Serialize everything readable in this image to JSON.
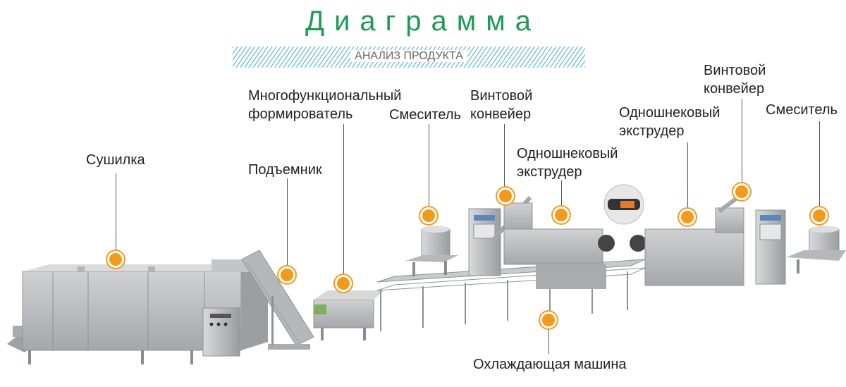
{
  "title": "Диаграмма",
  "subtitle": "АНАЛИЗ ПРОДУКТА",
  "labels": {
    "dryer": "Сушилка",
    "lift": "Подъемник",
    "former_1": "Многофункциональный",
    "former_2": "формирователь",
    "mixer_left": "Смеситель",
    "screw_left_1": "Винтовой",
    "screw_left_2": "конвейер",
    "extruder_left_1": "Одношнековый",
    "extruder_left_2": "экструдер",
    "extruder_right_1": "Одношнековый",
    "extruder_right_2": "экструдер",
    "screw_right_1": "Винтовой",
    "screw_right_2": "конвейер",
    "mixer_right": "Смеситель",
    "cooler": "Охлаждающая машина"
  },
  "colors": {
    "title": "#1f9a55",
    "marker": "#f39a1a",
    "machine": "#b9bcbf",
    "machine_dark": "#8e9296"
  }
}
